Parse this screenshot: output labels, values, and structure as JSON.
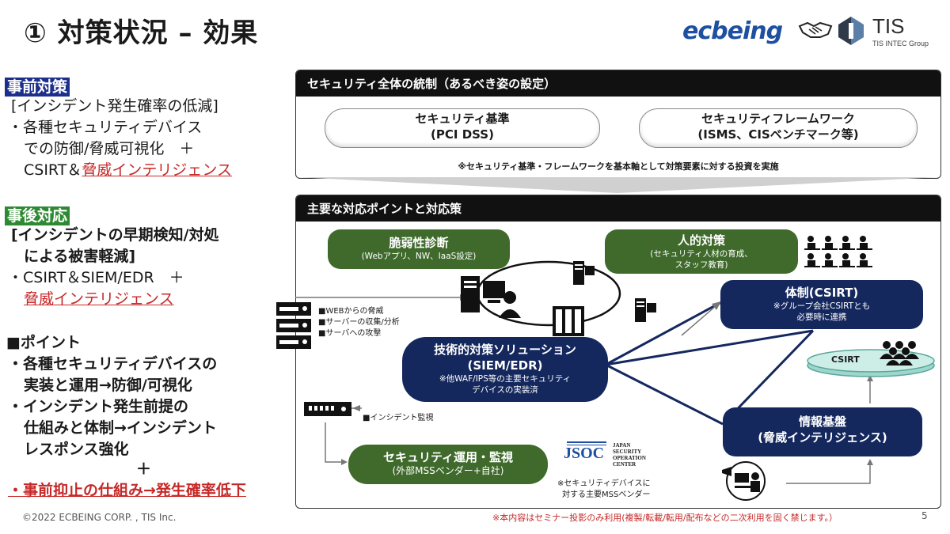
{
  "header": {
    "title": "① 対策状況 – 効果",
    "logo_ecbeing": "ecbeing",
    "logo_tis": "TIS",
    "logo_tis_sub": "TIS INTEC Group"
  },
  "left": {
    "pre_tag": "事前対策",
    "pre_line1": "[インシデント発生確率の低減]",
    "pre_line2": "・各種セキュリティデバイス",
    "pre_line3": "での防御/脅威可視化　＋",
    "pre_line4a": "CSIRT＆",
    "pre_line4b": "脅威インテリジェンス",
    "post_tag": "事後対応",
    "post_line1": "[インシデントの早期検知/対処",
    "post_line2": "による被害軽減]",
    "post_line3": "・CSIRT＆SIEM/EDR　＋",
    "post_line4": "脅威インテリジェンス",
    "point_head": "■ポイント",
    "point_1a": "・各種セキュリティデバイスの",
    "point_1b": "実装と運用→防御/可視化",
    "point_2a": "・インシデント発生前提の",
    "point_2b": "仕組みと体制→インシデント",
    "point_2c": "レスポンス強化",
    "point_plus": "＋",
    "point_3": "・事前抑止の仕組み→発生確率低下"
  },
  "top_panel": {
    "header": "セキュリティ全体の統制（あるべき姿の設定）",
    "pill1_l1": "セキュリティ基準",
    "pill1_l2": "(PCI DSS)",
    "pill2_l1": "セキュリティフレームワーク",
    "pill2_l2": "(ISMS、CISベンチマーク等)",
    "note": "※セキュリティ基準・フレームワークを基本軸として対策要素に対する投資を実施"
  },
  "bottom_panel": {
    "header": "主要な対応ポイントと対応策",
    "vuln_title": "脆弱性診断",
    "vuln_sub": "(Webアプリ、NW、IaaS設定)",
    "human_title": "人的対策",
    "human_sub1": "(セキュリティ人材の育成、",
    "human_sub2": "スタッフ教育)",
    "csirt_title": "体制(CSIRT)",
    "csirt_sub1": "※グループ会社CSIRTとも",
    "csirt_sub2": "必要時に連携",
    "csirt_label": "CSIRT",
    "tech_title1": "技術的対策ソリューション",
    "tech_title2": "(SIEM/EDR)",
    "tech_sub1": "※他WAF/IPS等の主要セキュリティ",
    "tech_sub2": "デバイスの実装済",
    "ops_title": "セキュリティ運用・監視",
    "ops_sub": "(外部MSSベンダー+自社)",
    "intel_title1": "情報基盤",
    "intel_title2": "(脅威インテリジェンス)",
    "server_notes": [
      "■WEBからの脅威",
      "■サーバーの収集/分析",
      "■サーバへの攻撃"
    ],
    "incident_note": "■インシデント監視",
    "jsoc_logo": "JSOC",
    "jsoc_text": [
      "JAPAN",
      "SECURITY",
      "OPERATION",
      "CENTER"
    ],
    "jsoc_note1": "※セキュリティデバイスに",
    "jsoc_note2": "対する主要MSSベンダー"
  },
  "footer": {
    "copyright": "©2022 ECBEING CORP. , TIS Inc.",
    "disclaimer": "※本内容はセミナー投影のみ利用(複製/転載/転用/配布などの二次利用を固く禁じます。）",
    "page": "5"
  },
  "colors": {
    "navy": "#15285e",
    "green": "#3f6a2c",
    "red": "#c62828",
    "tag_blue": "#1c2f8c",
    "tag_green": "#2e8a32"
  }
}
